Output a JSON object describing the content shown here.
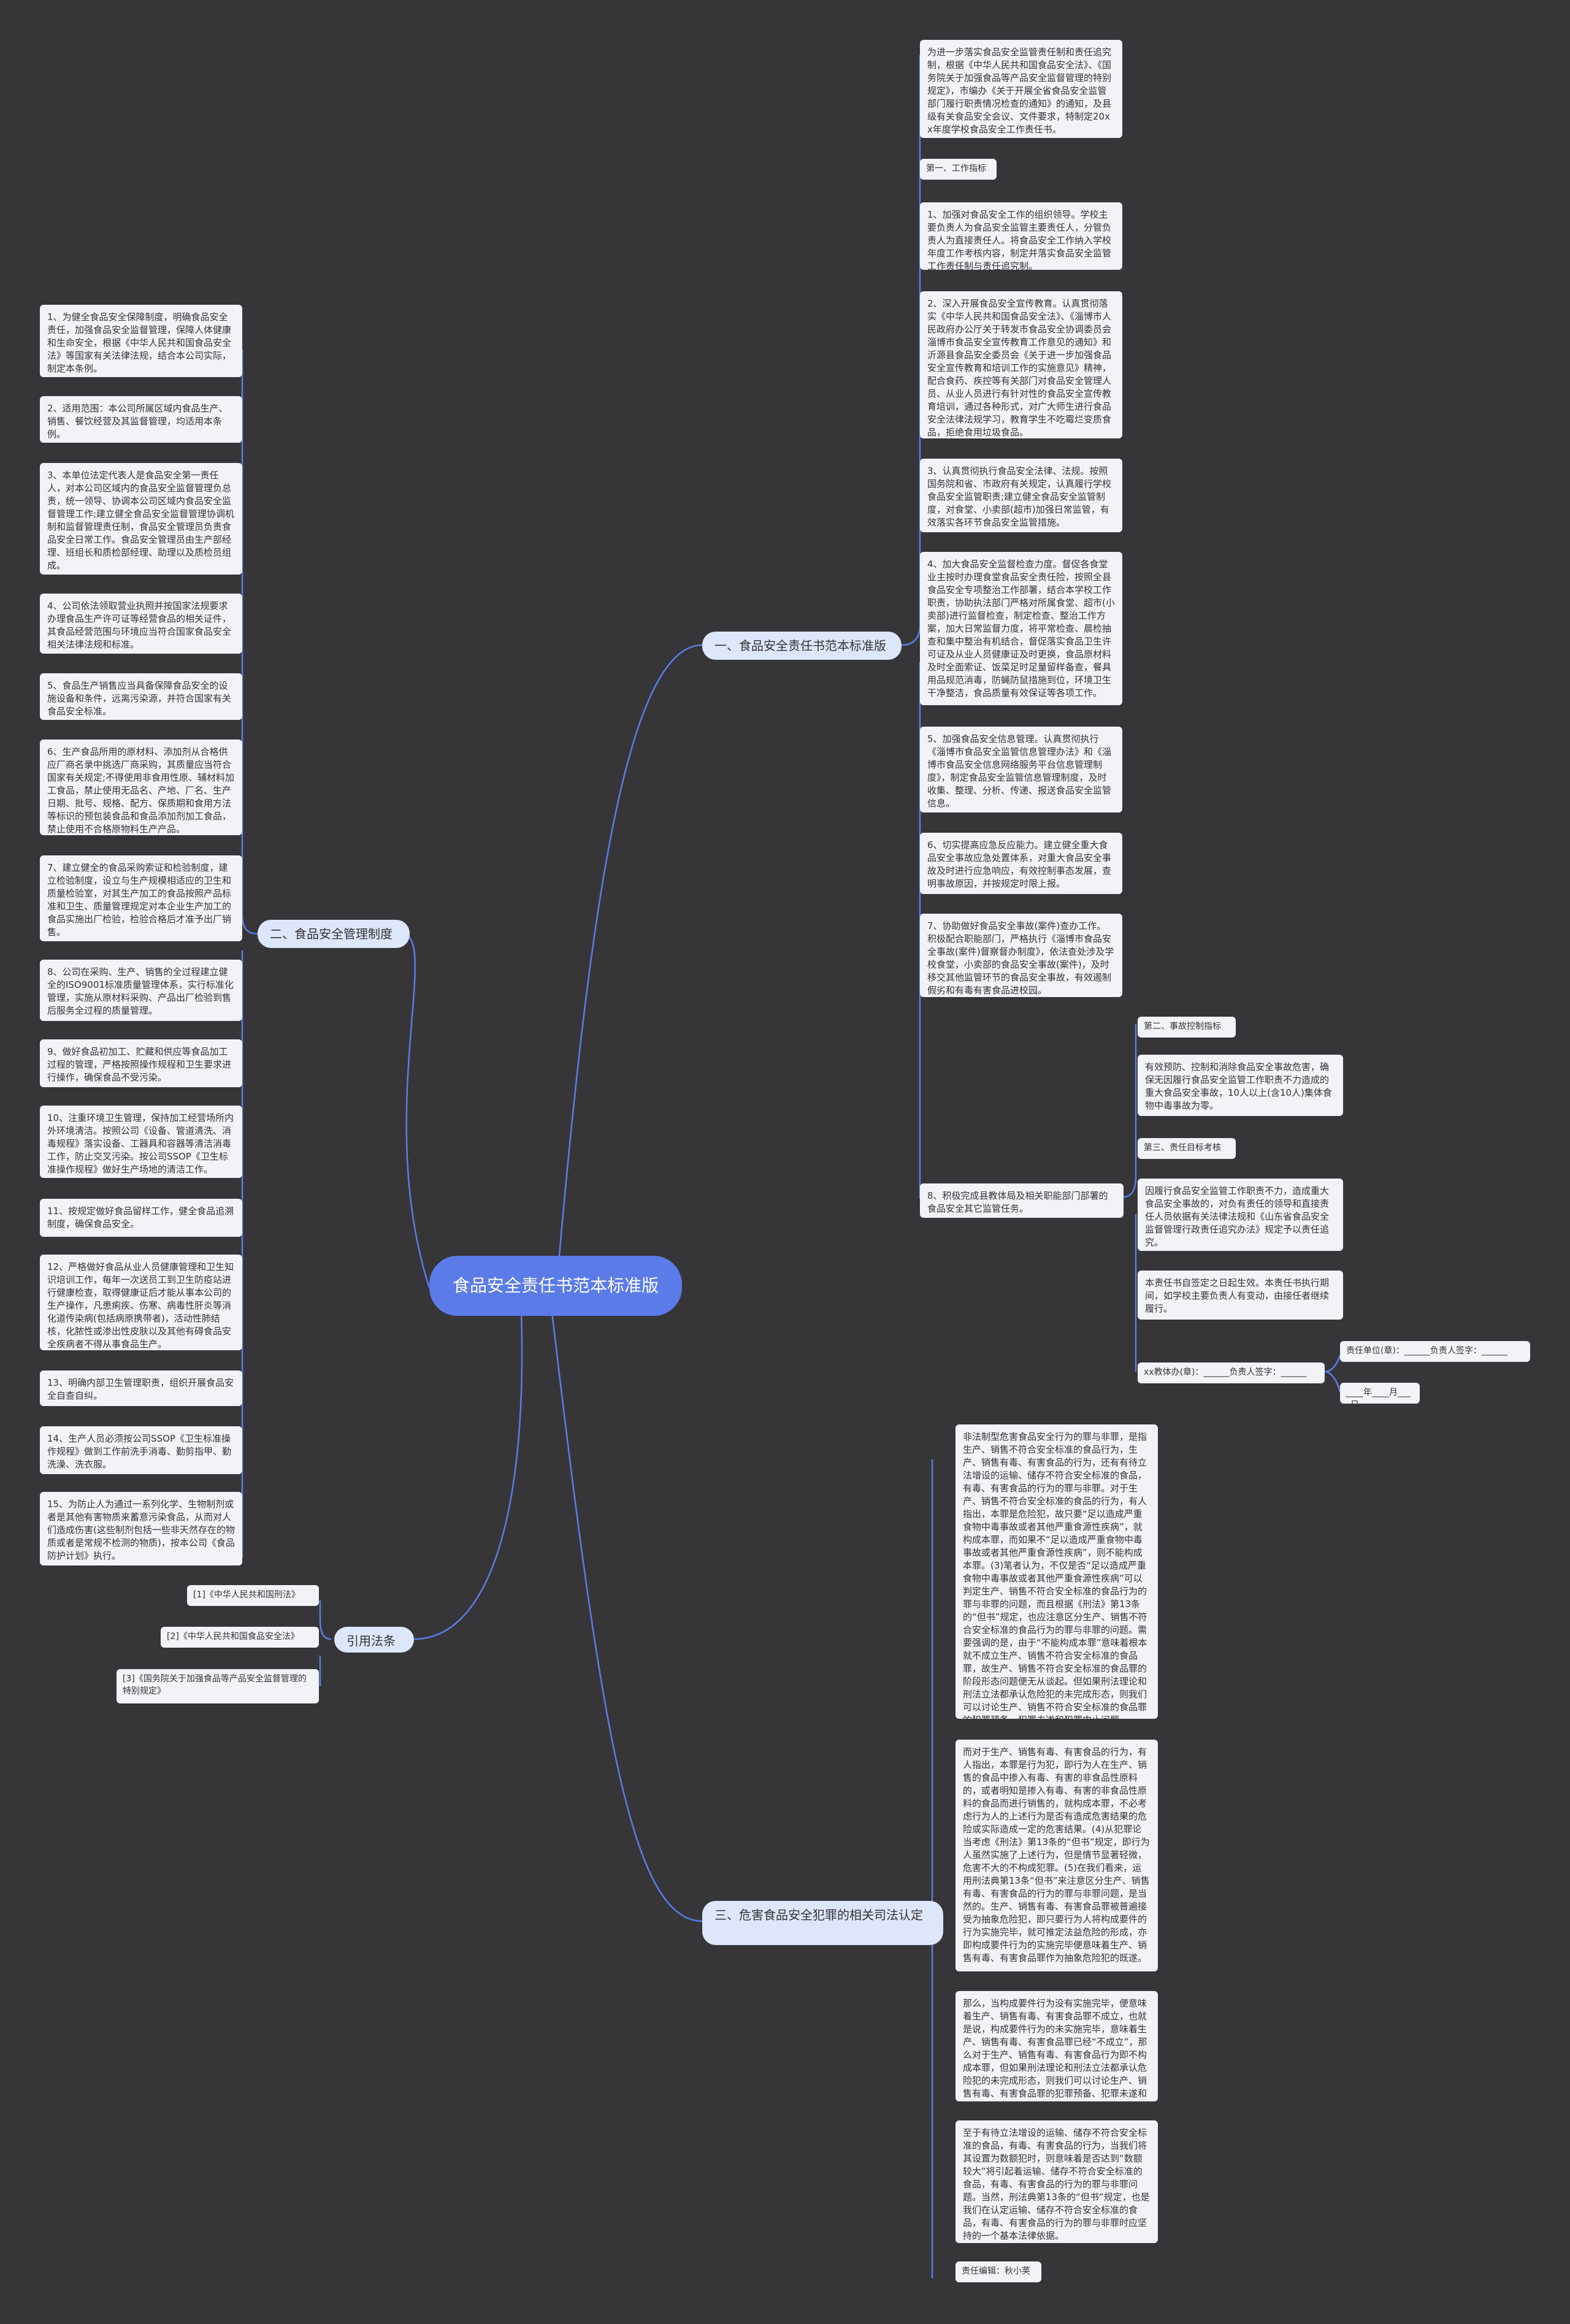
{
  "root": {
    "title": "食品安全责任书范本标准版"
  },
  "branches": {
    "b1": "一、食品安全责任书范本标准版",
    "b2": "二、食品安全管理制度",
    "b3": "三、危害食品安全犯罪的相关司法认定",
    "b4": "引用法条"
  },
  "b1": {
    "intro": "为进一步落实食品安全监管责任制和责任追究制，根据《中华人民共和国食品安全法》、《国务院关于加强食品等产品安全监督管理的特别规定》，市编办《关于开展全省食品安全监管部门履行职责情况检查的通知》的通知，及县级有关食品安全会议、文件要求，特制定20xx年度学校食品安全工作责任书。",
    "s1_title": "第一、工作指标",
    "s1": [
      "1、加强对食品安全工作的组织领导。学校主要负责人为食品安全监管主要责任人，分管负责人为直接责任人。将食品安全工作纳入学校年度工作考核内容，制定并落实食品安全监管工作责任制与责任追究制。",
      "2、深入开展食品安全宣传教育。认真贯彻落实《中华人民共和国食品安全法》、《淄博市人民政府办公厅关于转发市食品安全协调委员会淄博市食品安全宣传教育工作意见的通知》和沂源县食品安全委员会《关于进一步加强食品安全宣传教育和培训工作的实施意见》精神，配合食药、疾控等有关部门对食品安全管理人员、从业人员进行有针对性的食品安全宣传教育培训，通过各种形式，对广大师生进行食品安全法律法规学习，教育学生不吃霉烂变质食品，拒绝食用垃圾食品。",
      "3、认真贯彻执行食品安全法律、法规。按照国务院和省、市政府有关规定，认真履行学校食品安全监管职责;建立健全食品安全监管制度，对食堂、小卖部(超市)加强日常监管，有效落实各环节食品安全监管措施。",
      "4、加大食品安全监督检查力度。督促各食堂业主按时办理食堂食品安全责任险，按照全县食品安全专项整治工作部署，结合本学校工作职责，协助执法部门严格对所属食堂、超市(小卖部)进行监督检查，制定检查、整治工作方案，加大日常监督力度，将平常检查、晨检抽查和集中整治有机结合，督促落实食品卫生许可证及从业人员健康证及时更换，食品原材料及时全面索证、饭菜足时足量留样备查，餐具用品规范消毒，防蝇防鼠措施到位，环境卫生干净整洁，食品质量有效保证等各项工作。",
      "5、加强食品安全信息管理。认真贯彻执行《淄博市食品安全监管信息管理办法》和《淄博市食品安全信息网络服务平台信息管理制度》，制定食品安全监管信息管理制度，及时收集、整理、分析、传递、报送食品安全监管信息。",
      "6、切实提高应急反应能力。建立健全重大食品安全事故应急处置体系，对重大食品安全事故及时进行应急响应，有效控制事态发展，查明事故原因，并按规定时限上报。",
      "7、协助做好食品安全事故(案件)查办工作。积极配合职能部门，严格执行《淄博市食品安全事故(案件)督察督办制度》，依法查处涉及学校食堂，小卖部的食品安全事故(案件)，及时移交其他监管环节的食品安全事故，有效遏制假劣和有毒有害食品进校园。",
      "8、积极完成县教体局及相关职能部门部署的食品安全其它监管任务。"
    ],
    "s2_title": "第二、事故控制指标",
    "s2_body": "有效预防、控制和消除食品安全事故危害，确保无因履行食品安全监管工作职责不力造成的重大食品安全事故，10人以上(含10人)集体食物中毒事故为零。",
    "s3_title": "第三、责任目标考核",
    "s3_body1": "因履行食品安全监管工作职责不力，造成重大食品安全事故的，对负有责任的领导和直接责任人员依据有关法律法规和《山东省食品安全监督管理行政责任追究办法》规定予以责任追究。",
    "s3_body2": "本责任书自签定之日起生效。本责任书执行期间，如学校主要负责人有变动，由接任者继续履行。",
    "sign_left": "xx教体办(章)：______负责人签字：______",
    "sign_right": "责任单位(章)：______负责人签字：______",
    "date": "____年____月____日"
  },
  "b2": {
    "items": [
      "1、为健全食品安全保障制度，明确食品安全责任，加强食品安全监督管理，保障人体健康和生命安全，根据《中华人民共和国食品安全法》等国家有关法律法规，结合本公司实际，制定本条例。",
      "2、适用范围：本公司所属区域内食品生产、销售、餐饮经营及其监督管理，均适用本条例。",
      "3、本单位法定代表人是食品安全第一责任人，对本公司区域内的食品安全监督管理负总责，统一领导、协调本公司区域内食品安全监督管理工作;建立健全食品安全监督管理协调机制和监督管理责任制，食品安全管理员负责食品安全日常工作。食品安全管理员由生产部经理、班组长和质检部经理、助理以及质检员组成。",
      "4、公司依法领取营业执照并按国家法规要求办理食品生产许可证等经营食品的相关证件，其食品经营范围与环境应当符合国家食品安全相关法律法规和标准。",
      "5、食品生产销售应当具备保障食品安全的设施设备和条件，远离污染源，并符合国家有关食品安全标准。",
      "6、生产食品所用的原材料、添加剂从合格供应厂商名录中挑选厂商采购，其质量应当符合国家有关规定;不得使用非食用性原、辅材料加工食品，禁止使用无品名、产地、厂名、生产日期、批号、规格、配方、保质期和食用方法等标识的预包装食品和食品添加剂加工食品，禁止使用不合格原物料生产产品。",
      "7、建立健全的食品采购索证和检验制度，建立检验制度，设立与生产规模相适应的卫生和质量检验室，对其生产加工的食品按照产品标准和卫生、质量管理规定对本企业生产加工的食品实施出厂检验，检验合格后才准予出厂销售。",
      "8、公司在采购、生产、销售的全过程建立健全的ISO9001标准质量管理体系，实行标准化管理，实施从原材料采购、产品出厂检验到售后服务全过程的质量管理。",
      "9、做好食品初加工、贮藏和供应等食品加工过程的管理，严格按照操作规程和卫生要求进行操作，确保食品不受污染。",
      "10、注重环境卫生管理，保持加工经营场所内外环境清洁。按照公司《设备、管道清洗、消毒规程》落实设备、工器具和容器等清洁消毒工作，防止交叉污染。按公司SSOP《卫生标准操作规程》做好生产场地的清洁工作。",
      "11、按规定做好食品留样工作，健全食品追溯制度，确保食品安全。",
      "12、严格做好食品从业人员健康管理和卫生知识培训工作，每年一次送员工到卫生防疫站进行健康检查，取得健康证后才能从事本公司的生产操作，凡患痢疾、伤寒、病毒性肝炎等消化道传染病(包括病原携带者)，活动性肺结核，化脓性或渗出性皮肤以及其他有碍食品安全疾病者不得从事食品生产。",
      "13、明确内部卫生管理职责，组织开展食品安全自查自纠。",
      "14、生产人员必须按公司SSOP《卫生标准操作规程》做到工作前洗手消毒、勤剪指甲、勤洗澡、洗衣服。",
      "15、为防止人为通过一系列化学、生物制剂或者是其他有害物质来蓄意污染食品，从而对人们造成伤害(这些制剂包括一些非天然存在的物质或者是常规不检测的物质)，按本公司《食品防护计划》执行。"
    ]
  },
  "b3": {
    "paras": [
      "非法制型危害食品安全行为的罪与非罪，是指生产、销售不符合安全标准的食品行为，生产、销售有毒、有害食品的行为，还有有待立法增设的运输、储存不符合安全标准的食品，有毒、有害食品的行为的罪与非罪。对于生产、销售不符合安全标准的食品的行为，有人指出，本罪是危险犯，故只要“足以造成严重食物中毒事故或者其他严重食源性疾病”，就构成本罪，而如果不“足以造成严重食物中毒事故或者其他严重食源性疾病”，则不能构成本罪。(3)笔者认为，不仅是否“足以造成严重食物中毒事故或者其他严重食源性疾病”可以判定生产、销售不符合安全标准的食品行为的罪与非罪的问题，而且根据《刑法》第13条的“但书”规定，也应注意区分生产、销售不符合安全标准的食品行为的罪与非罪的问题。需要强调的是，由于“不能构成本罪”意味着根本就不成立生产、销售不符合安全标准的食品罪，故生产、销售不符合安全标准的食品罪的阶段形态问题便无从谈起。但如果刑法理论和刑法立法都承认危险犯的未完成形态，则我们可以讨论生产、销售不符合安全标准的食品罪的犯罪预备、犯罪未遂和犯罪中止问题。",
      "而对于生产、销售有毒、有害食品的行为，有人指出，本罪是行为犯，即行为人在生产、销售的食品中掺入有毒、有害的非食品性原料的，或者明知是掺入有毒、有害的非食品性原料的食品而进行销售的，就构成本罪，不必考虑行为人的上述行为是否有造成危害结果的危险或实际造成一定的危害结果。(4)从犯罪论当考虑《刑法》第13条的“但书”规定，即行为人虽然实施了上述行为，但是情节显著轻微，危害不大的不构成犯罪。(5)在我们看来，运用刑法典第13条“但书”来注意区分生产、销售有毒、有害食品的行为的罪与非罪问题，是当然的。生产、销售有毒、有害食品罪被普遍接受为抽象危险犯，即只要行为人将构成要件的行为实施完毕，就可推定法益危险的形成，亦即构成要件行为的实施完毕便意味着生产、销售有毒、有害食品罪作为抽象危险犯的既遂。",
      "那么，当构成要件行为没有实施完毕，便意味着生产、销售有毒、有害食品罪不成立，也就是说，构成要件行为的未实施完毕，意味着生产、销售有毒、有害食品罪已经“不成立”，那么对于生产、销售有毒、有害食品行为即不构成本罪，但如果刑法理论和刑法立法都承认危险犯的未完成形态，则我们可以讨论生产、销售有毒、有害食品罪的犯罪预备、犯罪未遂和犯罪中止问题。",
      "至于有待立法增设的运输、储存不符合安全标准的食品，有毒、有害食品的行为，当我们将其设置为数额犯时，则意味着是否达到“数额较大”将引起着运输、储存不符合安全标准的食品，有毒、有害食品的行为的罪与非罪问题。当然，刑法典第13条的“但书”规定，也是我们在认定运输、储存不符合安全标准的食品，有毒、有害食品的行为的罪与非罪时应坚持的一个基本法律依据。"
    ],
    "editor": "责任编辑：秋小荚"
  },
  "b4": {
    "refs": [
      "[1]《中华人民共和国刑法》",
      "[2]《中华人民共和国食品安全法》",
      "[3]《国务院关于加强食品等产品安全监督管理的特别规定》"
    ]
  }
}
